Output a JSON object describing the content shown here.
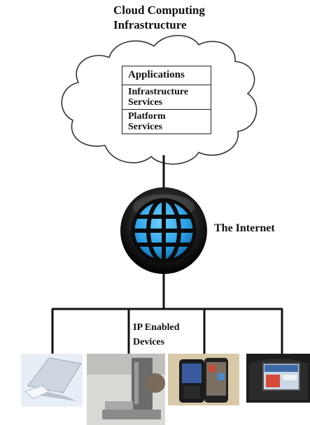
{
  "title": {
    "line1": "Cloud Computing",
    "line2": "Infrastructure"
  },
  "cloud_stack": {
    "layers": [
      {
        "line1": "Applications",
        "line2": ""
      },
      {
        "line1": "Infrastructure",
        "line2": "Services"
      },
      {
        "line1": "Platform",
        "line2": "Services"
      }
    ]
  },
  "internet": {
    "label": "The Internet",
    "icon": "globe-icon"
  },
  "devices": {
    "label_line1": "IP Enabled",
    "label_line2": "Devices",
    "items": [
      {
        "icon": "laptop-icon"
      },
      {
        "icon": "desktop-computer-icon"
      },
      {
        "icon": "smartphone-icon"
      },
      {
        "icon": "car-display-icon"
      }
    ]
  },
  "colors": {
    "lines": "#111111",
    "globe_blue": "#2aa0e6",
    "globe_dark": "#1a1a1a"
  }
}
